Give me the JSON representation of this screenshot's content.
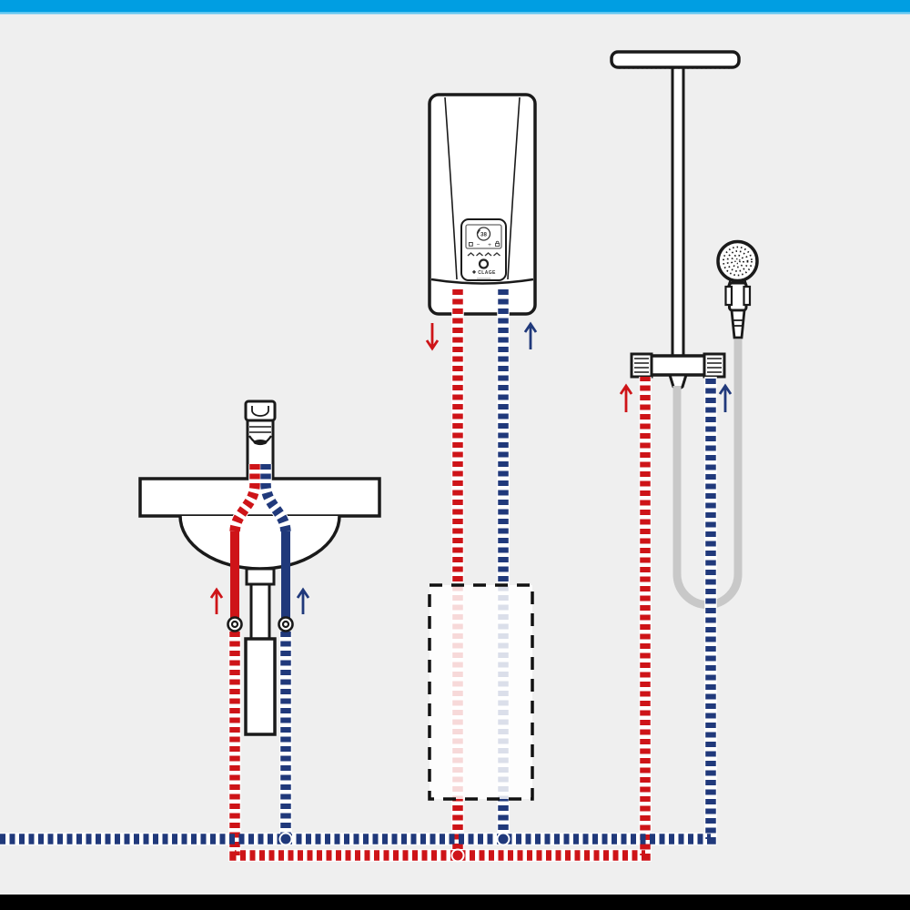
{
  "palette": {
    "background": "#efefef",
    "top_bar": "#009ee2",
    "top_bar_edge": "#5fc6f1",
    "bottom_bar": "#000000",
    "hot_water": "#ce1418",
    "cold_water": "#20397b",
    "outline": "#1a1a1a",
    "hose": "#c8c8c8",
    "fixture_fill": "#ffffff"
  },
  "heater": {
    "component": "instantaneous-water-heater",
    "brand": "CLAGE",
    "display_value": "38",
    "button_minus": "−",
    "button_plus": "+"
  },
  "components": {
    "overhead_shower": "rain-shower-head-with-riser",
    "hand_shower": "hand-shower-with-hose",
    "mixer_valve": "shower-mixer-valve",
    "washbasin": "washbasin-with-faucet-and-trap",
    "optional_box": "dashed-alternative-mounting-outline"
  },
  "flows": {
    "heater_hot_outlet": "down",
    "heater_cold_inlet": "up",
    "sink_hot_supply": "up",
    "sink_cold_supply": "up",
    "shower_hot_supply": "up",
    "shower_cold_supply": "up"
  },
  "icons": [
    "hot-down-arrow-icon",
    "cold-up-arrow-icon",
    "hot-up-arrow-sink-icon",
    "cold-up-arrow-sink-icon",
    "hot-up-arrow-shower-icon",
    "cold-up-arrow-shower-icon",
    "display-home-icon",
    "display-lock-icon",
    "brand-diamond-icon"
  ]
}
